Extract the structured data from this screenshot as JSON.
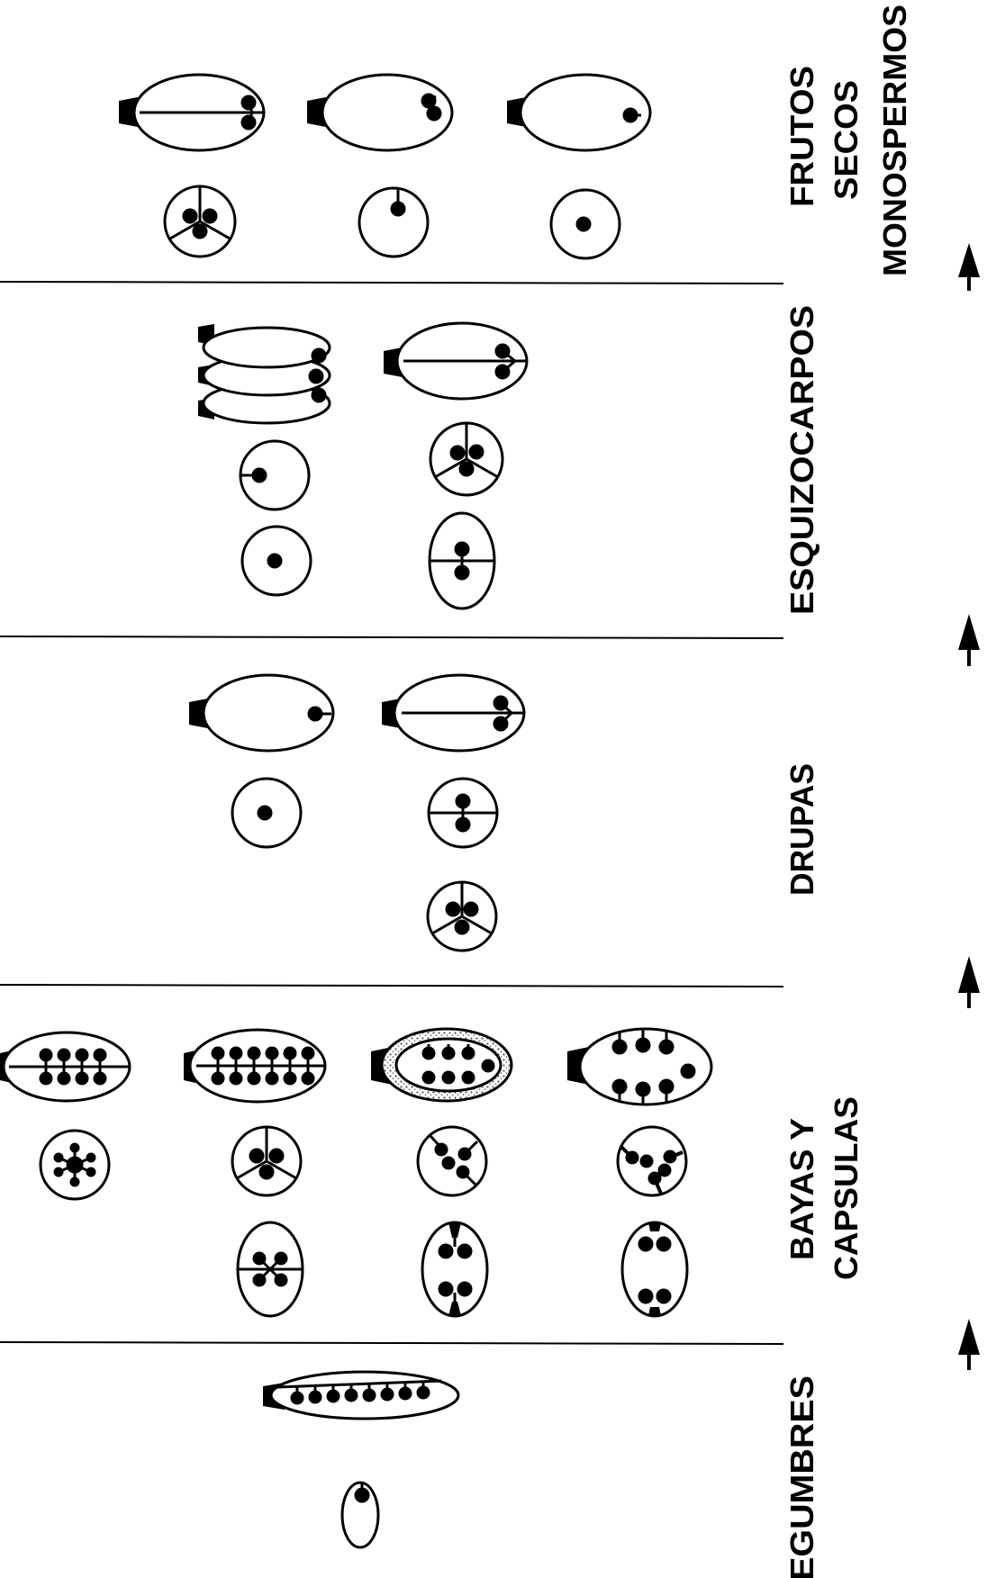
{
  "colors": {
    "ink": "#000000",
    "paper": "#ffffff",
    "pericarp_shade": "#9a9a9a"
  },
  "groups": [
    {
      "id": "legumbres",
      "lines": [
        "LEGUMBRES"
      ]
    },
    {
      "id": "bayas-capsulas",
      "lines": [
        "BAYAS Y",
        "CAPSULAS"
      ]
    },
    {
      "id": "drupas",
      "lines": [
        "DRUPAS"
      ]
    },
    {
      "id": "esquizocarpos",
      "lines": [
        "ESQUIZOCARPOS"
      ]
    },
    {
      "id": "frutos-secos",
      "lines": [
        "FRUTOS",
        "SECOS",
        "MONOSPERMOS"
      ]
    }
  ],
  "arrow_icon": "up-arrow-icon"
}
